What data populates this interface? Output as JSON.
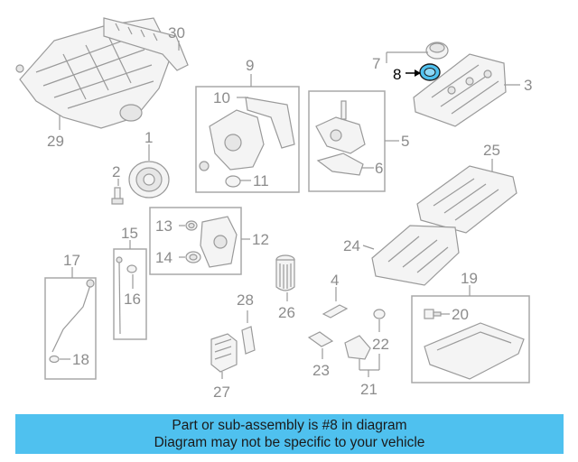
{
  "labels": {
    "l1": "1",
    "l2": "2",
    "l3": "3",
    "l4": "4",
    "l5": "5",
    "l6": "6",
    "l7": "7",
    "l8": "8",
    "l9": "9",
    "l10": "10",
    "l11": "11",
    "l12": "12",
    "l13": "13",
    "l14": "14",
    "l15": "15",
    "l16": "16",
    "l17": "17",
    "l18": "18",
    "l19": "19",
    "l20": "20",
    "l21": "21",
    "l22": "22",
    "l23": "23",
    "l24": "24",
    "l25": "25",
    "l26": "26",
    "l27": "27",
    "l28": "28",
    "l29": "29",
    "l30": "30"
  },
  "highlight": {
    "part_number": "8",
    "color": "#4fc1ef"
  },
  "banner": {
    "line1": "Part or sub-assembly is #8 in diagram",
    "line2": "Diagram may not be specific to your vehicle",
    "background": "#4fc1ef"
  }
}
